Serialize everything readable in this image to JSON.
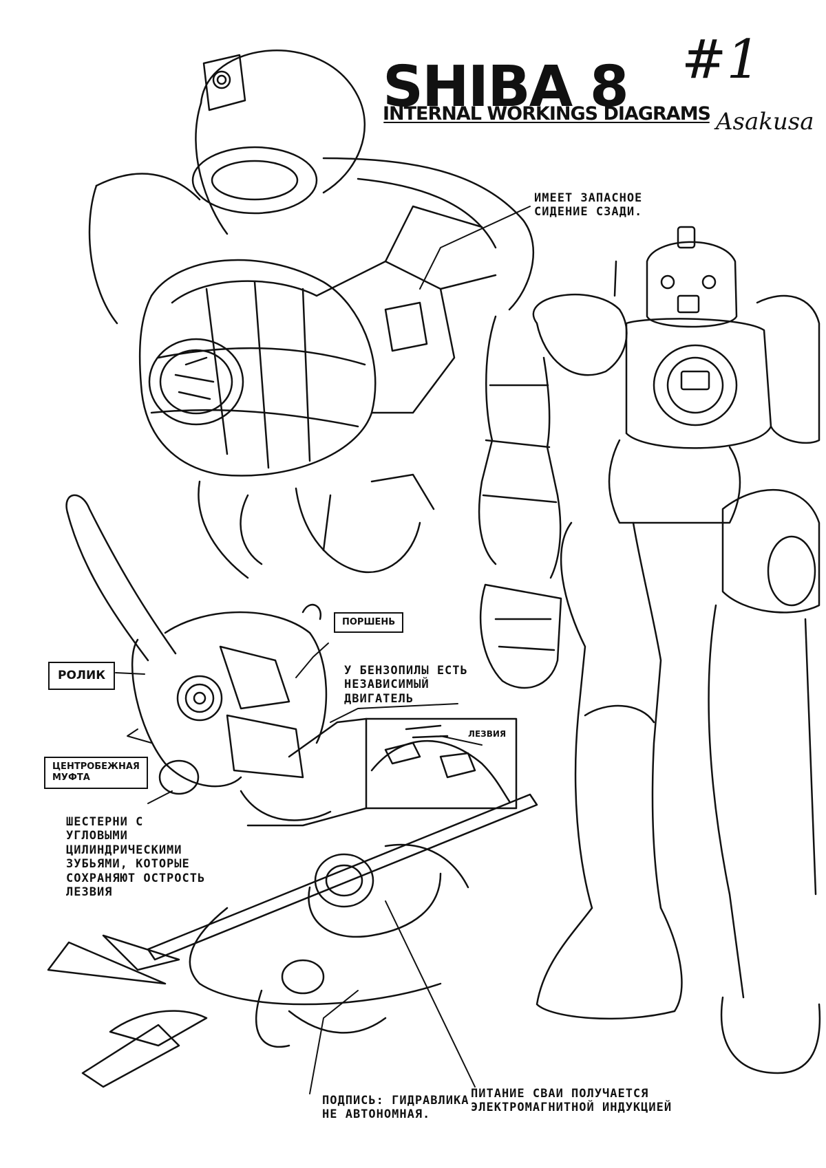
{
  "header": {
    "title": "SHIBA 8",
    "subtitle": "INTERNAL WORKINGS DIAGRAMS",
    "issue": "#1",
    "author": "Asakusa"
  },
  "labels": {
    "seat": "ИМЕЕТ ЗАПАСНОЕ\nСИДЕНИЕ СЗАДИ.",
    "piston": "ПОРШЕНЬ",
    "roller": "РОЛИК",
    "engine": "У БЕНЗОПИЛЫ ЕСТЬ\nНЕЗАВИСИМЫЙ\nДВИГАТЕЛЬ",
    "clutch": "ЦЕНТРОБЕЖНАЯ\nМУФТА",
    "blades": "ЛЕЗВИЯ",
    "gears": "ШЕСТЕРНИ С\nУГЛОВЫМИ\nЦИЛИНДРИЧЕСКИМИ\nЗУБЬЯМИ, КОТОРЫЕ\nСОХРАНЯЮТ ОСТРОСТЬ\nЛЕЗВИЯ",
    "pile_power": "ПИТАНИЕ СВАИ ПОЛУЧАЕТСЯ\nЭЛЕКТРОМАГНИТНОЙ ИНДУКЦИЕЙ",
    "hydraulics": "ПОДПИСЬ: ГИДРАВЛИКА\nНЕ АВТОНОМНАЯ."
  },
  "drawing": {
    "subjects": [
      "head-cockpit",
      "robot-full-body",
      "chainsaw-arm",
      "pile-bunker-claw"
    ],
    "line_color": "#111111"
  }
}
